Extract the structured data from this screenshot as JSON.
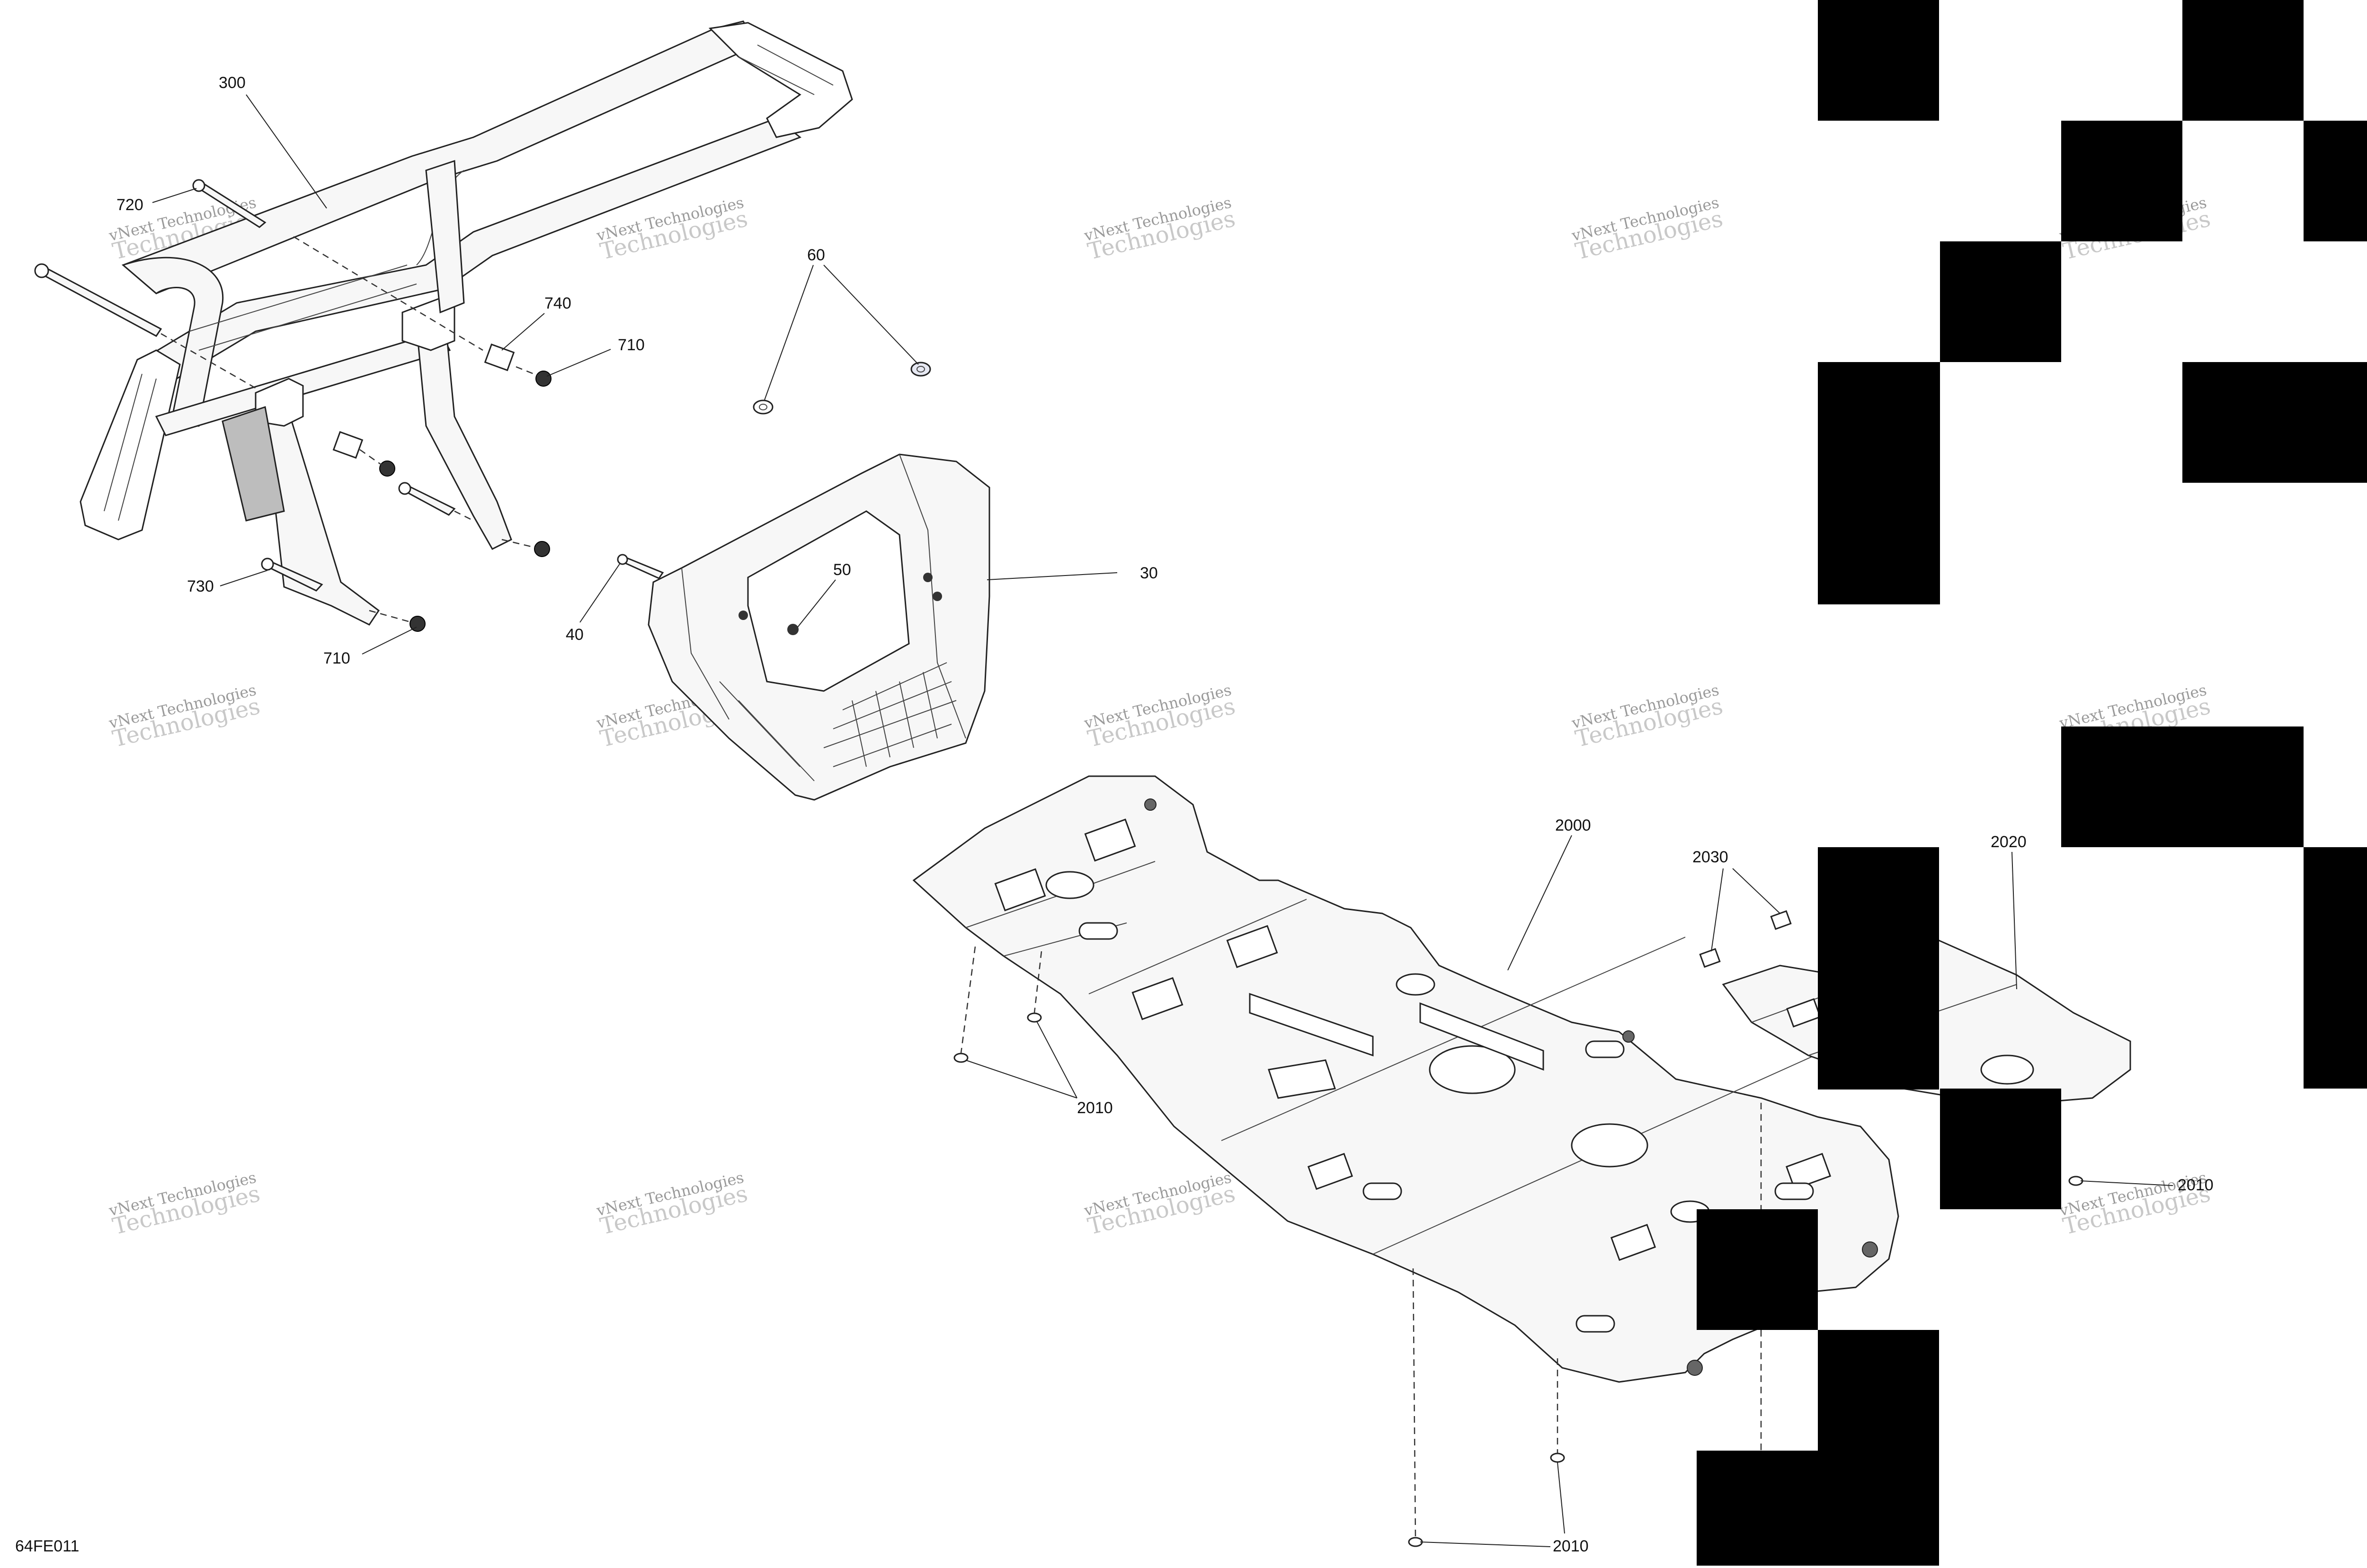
{
  "figure_code": "64FE011",
  "watermark": {
    "line1": "vNext Technologies",
    "line2": "Technologies"
  },
  "callouts": {
    "c300": "300",
    "c720": "720",
    "c740": "740",
    "c710a": "710",
    "c710b": "710",
    "c730": "730",
    "c60": "60",
    "c50": "50",
    "c40": "40",
    "c30": "30",
    "c2000": "2000",
    "c2030": "2030",
    "c2020": "2020",
    "c2010a": "2010",
    "c2010b": "2010",
    "c2010c": "2010"
  }
}
